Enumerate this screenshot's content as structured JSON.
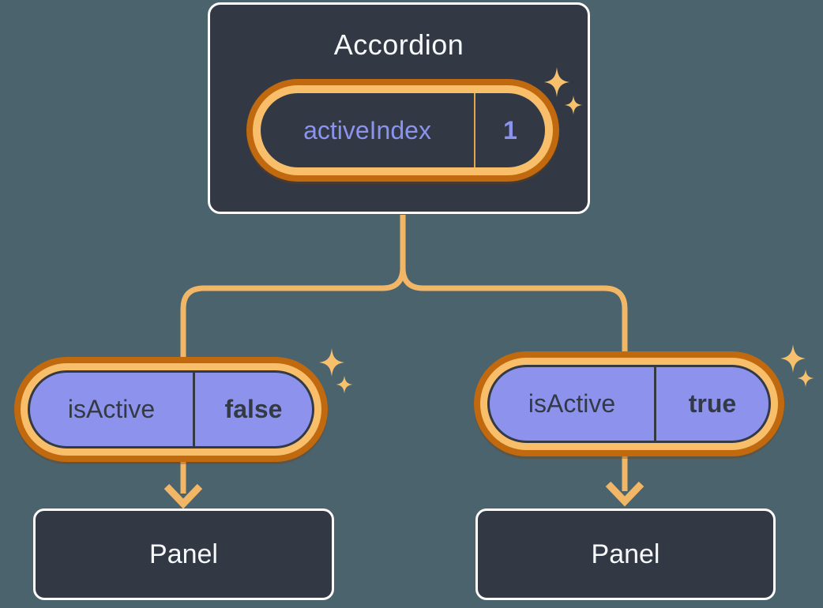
{
  "diagram": {
    "root": {
      "title": "Accordion",
      "state_pill": {
        "label": "activeIndex",
        "value": "1"
      }
    },
    "branches": [
      {
        "prop_pill": {
          "label": "isActive",
          "value": "false"
        },
        "panel": {
          "title": "Panel"
        }
      },
      {
        "prop_pill": {
          "label": "isActive",
          "value": "true"
        },
        "panel": {
          "title": "Panel"
        }
      }
    ],
    "icons": [
      "sparkle-icon",
      "arrowhead-icon"
    ],
    "colors": {
      "background": "#4a636d",
      "node_fill": "#323945",
      "node_border": "#ffffff",
      "node_text": "#f7f8fa",
      "highlight_ring_outer": "#c0690f",
      "highlight_ring_inner": "#f8be6a",
      "prop_pill_fill": "#8d93ec",
      "prop_pill_text": "#333a46",
      "state_text": "#8b93ee",
      "wire": "#f2b766",
      "sparkle": "#f6c06c"
    }
  }
}
